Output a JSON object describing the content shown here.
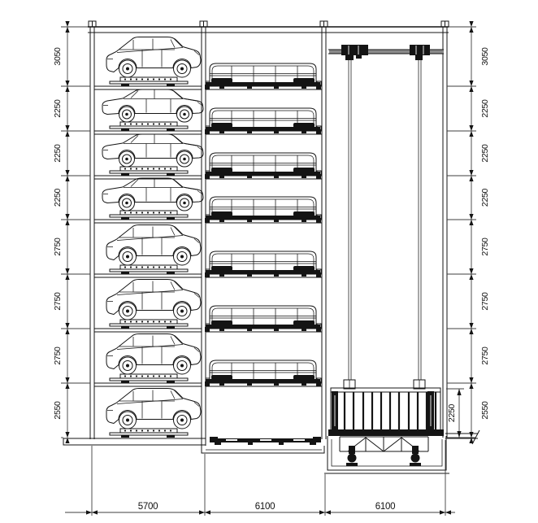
{
  "drawing": {
    "name": "automated-puzzle-parking-system-cross-section",
    "type": "technical-elevation-diagram",
    "colors": {
      "line": "#141414",
      "dimension": "#3f3f3f",
      "background": "#ffffff"
    },
    "dims_left": [
      "3050",
      "2250",
      "2250",
      "2250",
      "2750",
      "2750",
      "2750",
      "2550"
    ],
    "dims_right": [
      "3050",
      "2250",
      "2250",
      "2250",
      "2750",
      "2750",
      "2750",
      "2550"
    ],
    "dim_inner_right": "2250",
    "dims_bottom": [
      "5700",
      "6100",
      "6100"
    ],
    "levels": [
      {
        "car": "suv",
        "symbol": "#sym-suv"
      },
      {
        "car": "sedan",
        "symbol": "#sym-sedan"
      },
      {
        "car": "sedan",
        "symbol": "#sym-sedan"
      },
      {
        "car": "sedan",
        "symbol": "#sym-sedan"
      },
      {
        "car": "suv",
        "symbol": "#sym-suv"
      },
      {
        "car": "suv",
        "symbol": "#sym-suv"
      },
      {
        "car": "suv",
        "symbol": "#sym-suv"
      },
      {
        "car": "suv",
        "symbol": "#sym-suv"
      }
    ],
    "icons": {
      "pallet_end": "#sym-pallet-end",
      "pallet_flat": "#sym-pallet-flat",
      "car_pallet": "#sym-car-pallet",
      "tick": "#tick-v"
    }
  }
}
